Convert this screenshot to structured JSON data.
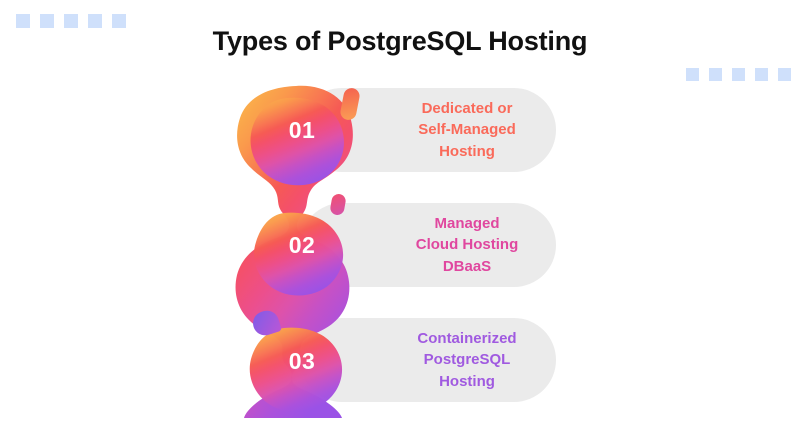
{
  "page": {
    "title": "Types of PostgreSQL Hosting",
    "background_color": "#ffffff"
  },
  "decoration": {
    "dot_color": "#cfe0fb",
    "top_left_dots": [
      "square",
      "square",
      "square",
      "square",
      "square"
    ],
    "top_right_dots": [
      "square",
      "square",
      "square",
      "square",
      "square"
    ]
  },
  "items": [
    {
      "number": "01",
      "label": "Dedicated or Self-Managed Hosting",
      "lines": [
        "Dedicated or",
        "Self-Managed",
        "Hosting"
      ],
      "text_color": "#fa6a5a",
      "blob_color_start": "#fbb04a",
      "blob_color_end": "#f75a53",
      "accent_shape": "pill"
    },
    {
      "number": "02",
      "label": "Managed Cloud Hosting DBaaS",
      "lines": [
        "Managed",
        "Cloud Hosting",
        "DBaaS"
      ],
      "text_color": "#e0479f",
      "blob_color_start": "#f4516a",
      "blob_color_end": "#d952ad",
      "accent_shape": "oval"
    },
    {
      "number": "03",
      "label": "Containerized PostgreSQL Hosting",
      "lines": [
        "Containerized",
        "PostgreSQL",
        "Hosting"
      ],
      "text_color": "#a05ae0",
      "blob_color_start": "#c150d2",
      "blob_color_end": "#9f52e2",
      "accent_shape": "crescent"
    }
  ],
  "card": {
    "background_color": "#ebebeb"
  }
}
